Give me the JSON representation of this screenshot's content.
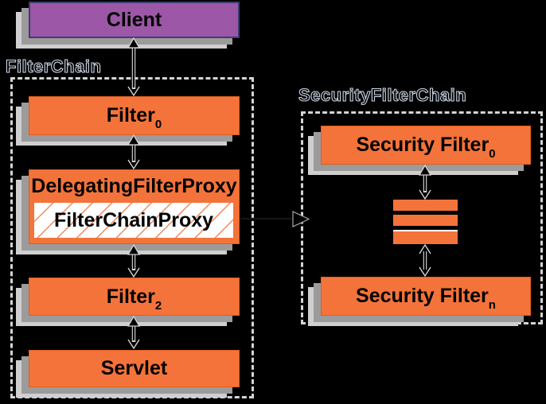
{
  "diagram_type": "architecture-diagram",
  "subject": "Spring Security filter chain architecture",
  "colors": {
    "bg": "#000000",
    "orange": "#F4733A",
    "orange_border": "#DD5F1E",
    "purple": "#9C57A6",
    "purple_border": "#3E3C72",
    "shadow_mid": "#9B9B9B",
    "shadow_light": "#CFCFCF",
    "dash": "#D4D4D4",
    "arrow": "#D4D4D4",
    "hatch": "#F0885A",
    "text": "#000000",
    "halo": "#C9D6E4",
    "white": "#FFFFFF"
  },
  "client": {
    "label": "Client"
  },
  "filterchain": {
    "title": "FilterChain",
    "filter0": {
      "base": "Filter",
      "sub": "0"
    },
    "delegating_filter_proxy": {
      "label": "DelegatingFilterProxy"
    },
    "filter_chain_proxy": {
      "label": "FilterChainProxy"
    },
    "filter2": {
      "base": "Filter",
      "sub": "2"
    },
    "servlet": {
      "label": "Servlet"
    }
  },
  "security_filterchain": {
    "title": "SecurityFilterChain",
    "security_filter0": {
      "base": "Security Filter",
      "sub": "0"
    },
    "security_filtern": {
      "base": "Security Filter",
      "sub": "n"
    },
    "more_filters_bar_count": 3
  },
  "connections": [
    {
      "from": "Client",
      "to": "Filter0",
      "style": "double-headed-vertical"
    },
    {
      "from": "Filter0",
      "to": "DelegatingFilterProxy",
      "style": "double-headed-vertical"
    },
    {
      "from": "FilterChainProxy",
      "to": "Filter2",
      "style": "double-headed-vertical"
    },
    {
      "from": "Filter2",
      "to": "Servlet",
      "style": "double-headed-vertical"
    },
    {
      "from": "SecurityFilter0",
      "to": "MoreFilters",
      "style": "double-headed-vertical"
    },
    {
      "from": "MoreFilters",
      "to": "SecurityFiltern",
      "style": "double-headed-vertical"
    },
    {
      "from": "FilterChainProxy",
      "to": "SecurityFilterChain",
      "style": "right-arrow"
    }
  ]
}
